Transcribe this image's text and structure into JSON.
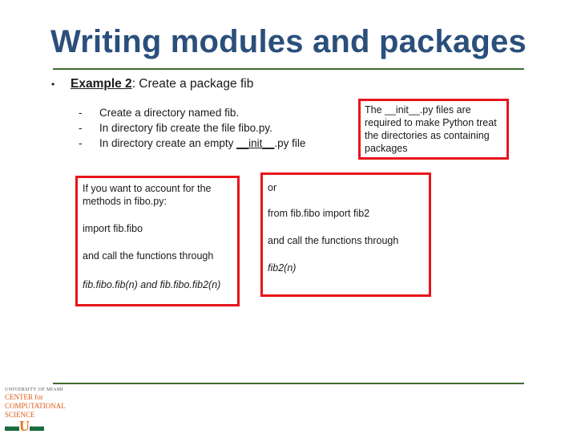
{
  "slide": {
    "title": "Writing modules and packages",
    "bullet": {
      "label": "Example 2",
      "text": ": Create a package fib"
    },
    "steps": [
      {
        "dash": "-",
        "text": "Create a directory named fib."
      },
      {
        "dash": "-",
        "text": "In directory fib create the file fibo.py."
      },
      {
        "dash": "-",
        "prefix": "In directory create an empty ",
        "emph": "__init__",
        "suffix": ".py file"
      }
    ],
    "note": "The __init__.py files are required to make Python treat the directories as containing packages",
    "left_box": {
      "line1": "If you want to account for the methods in fibo.py:",
      "line2": "import fib.fibo",
      "line3": "and call the functions through",
      "line4": "fib.fibo.fib(n) and fib.fibo.fib2(n)"
    },
    "right_box": {
      "line1": "or",
      "line2": "from fib.fibo import fib2",
      "line3": "and call the functions through",
      "line4": "fib2(n)"
    },
    "logo": {
      "top": "UNIVERSITY OF MIAMI",
      "line1": "CENTER for",
      "line2": "COMPUTATIONAL",
      "line3": "SCIENCE",
      "mark": "U"
    }
  }
}
